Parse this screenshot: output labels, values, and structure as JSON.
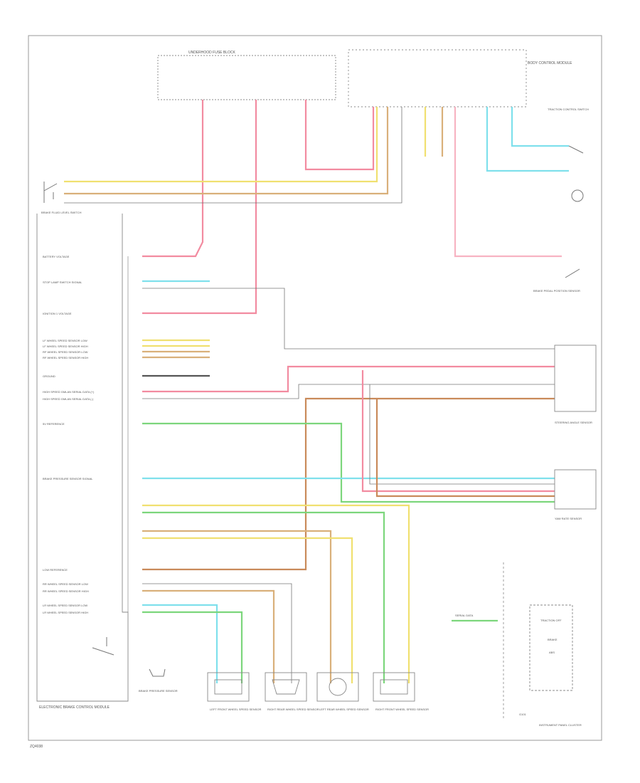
{
  "colors": {
    "red": "#f28ba0",
    "pink": "#f7b3c2",
    "yellow": "#f0e070",
    "tan": "#d9b07a",
    "brown": "#c98a5a",
    "lightblue": "#7fe0ec",
    "green": "#7cd67c",
    "gray": "#9a9a9a",
    "black": "#444444",
    "white_wire": "#c8c8c8"
  },
  "footer": {
    "code": "ZQ4038"
  },
  "ebcm": {
    "title": "ELECTRONIC BRAKE CONTROL MODULE",
    "pins_left": [
      "BATTERY VOLTAGE",
      "STOP LAMP SWITCH SIGNAL",
      "IGNITION 1 VOLTAGE",
      "LF WHEEL SPEED SENSOR LOW",
      "LF WHEEL SPEED SENSOR HIGH",
      "RF WHEEL SPEED SENSOR LOW",
      "RF WHEEL SPEED SENSOR HIGH",
      "GROUND",
      "HIGH SPEED GMLAN SERIAL DATA (+)",
      "HIGH SPEED GMLAN SERIAL DATA (-)",
      "5V REFERENCE",
      "BRAKE PRESSURE SENSOR SIGNAL",
      "LOW REFERENCE",
      "RR WHEEL SPEED SENSOR LOW",
      "RR WHEEL SPEED SENSOR HIGH",
      "LR WHEEL SPEED SENSOR LOW",
      "LR WHEEL SPEED SENSOR HIGH"
    ]
  },
  "fuse_block": {
    "title": "UNDERHOOD FUSE BLOCK"
  },
  "bcm": {
    "title": "BODY CONTROL MODULE"
  },
  "labels": {
    "brake_fluid_switch": "BRAKE FLUID LEVEL SWITCH",
    "traction_control_switch": "TRACTION CONTROL SWITCH",
    "brake_lamp_switch": "BRAKE PEDAL POSITION SENSOR",
    "steering_angle_sensor": "STEERING ANGLE SENSOR",
    "yaw_rate_sensor": "YAW RATE SENSOR",
    "brake_pressure_sensor": "BRAKE PRESSURE SENSOR",
    "instrument_cluster": "INSTRUMENT PANEL CLUSTER",
    "traction_off": "TRACTION OFF",
    "brake_warning": "BRAKE",
    "abs_warning": "ABS",
    "lf_sensor": "LEFT FRONT WHEEL SPEED SENSOR",
    "rf_sensor": "RIGHT FRONT WHEEL SPEED SENSOR",
    "lr_sensor": "LEFT REAR WHEEL SPEED SENSOR",
    "rr_sensor": "RIGHT REAR WHEEL SPEED SENSOR",
    "serial_data": "SERIAL DATA",
    "ground": "G101"
  }
}
